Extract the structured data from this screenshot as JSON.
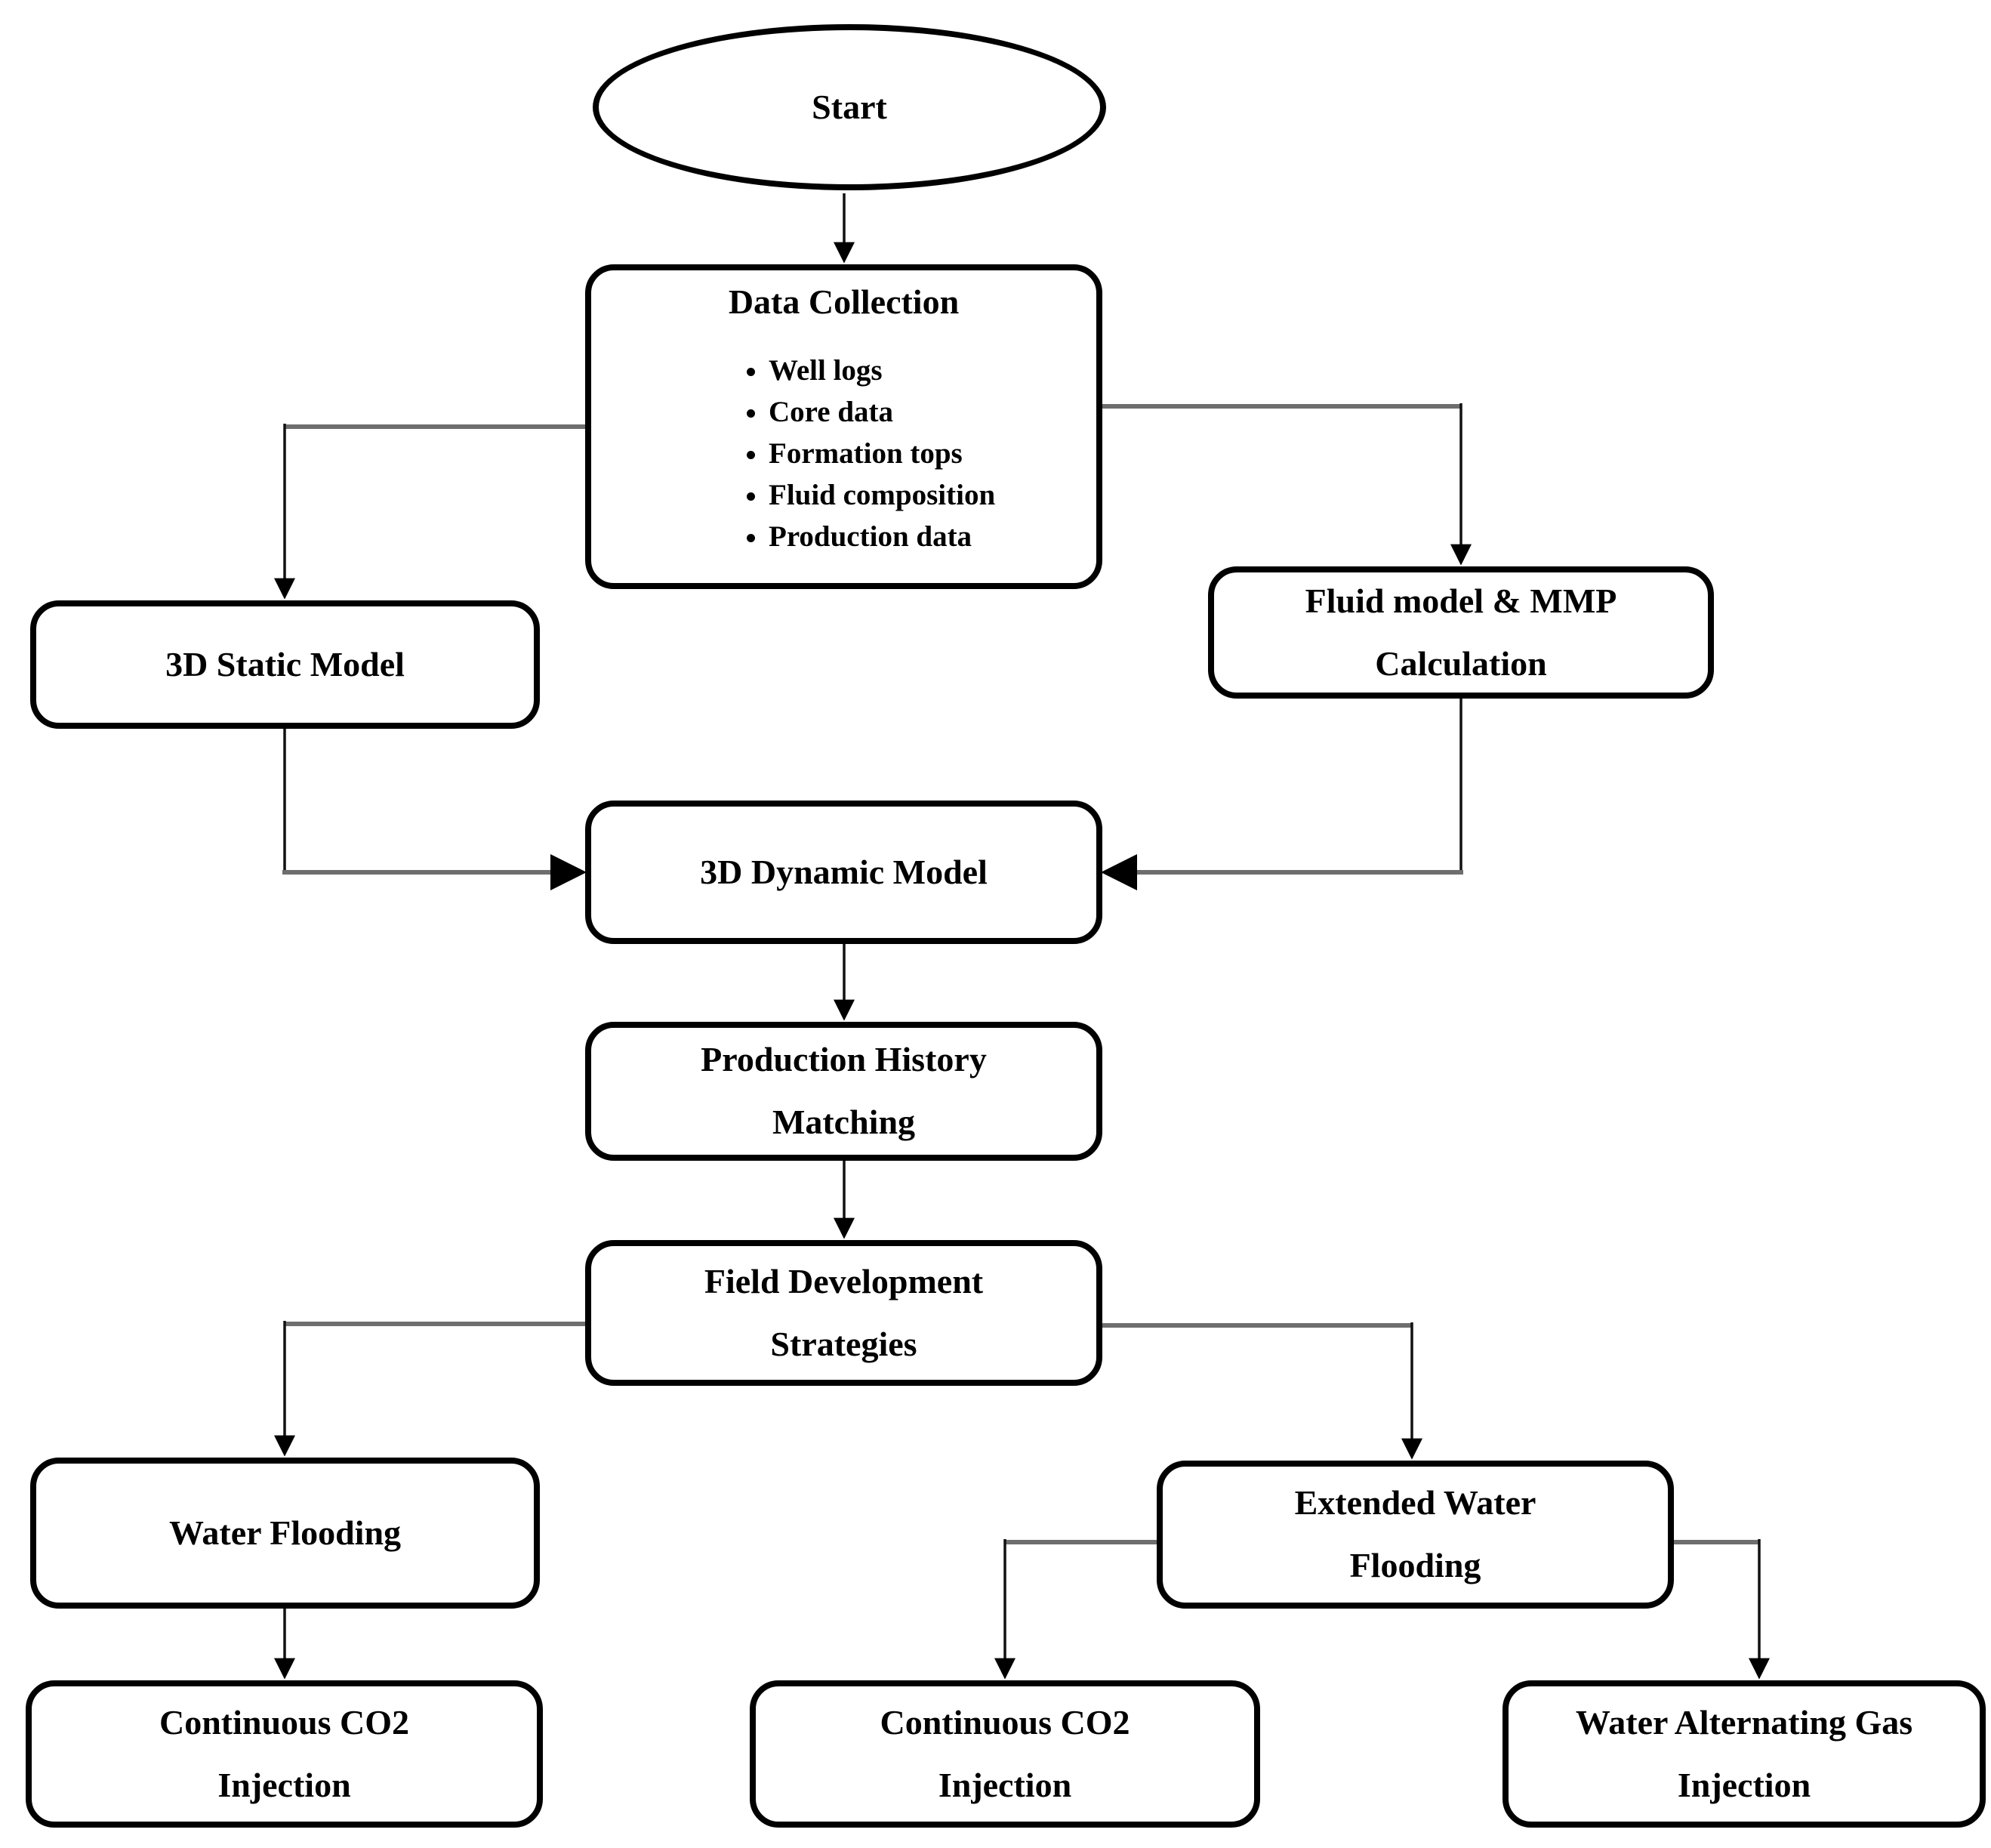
{
  "diagram_type": "flowchart",
  "background": "#ffffff",
  "colors": {
    "node_fill": "#ffffff",
    "node_border": "#000000",
    "text": "#000000",
    "connector_vertical": "#111111",
    "connector_horizontal": "#6e6e6e",
    "arrowhead": "#000000"
  },
  "nodes": {
    "start": {
      "shape": "oval",
      "label": "Start"
    },
    "data_collection": {
      "shape": "rounded-rect",
      "label": "Data Collection",
      "items": [
        "Well logs",
        "Core data",
        "Formation tops",
        "Fluid composition",
        "Production data"
      ]
    },
    "static_model": {
      "shape": "rounded-rect",
      "label": "3D Static Model"
    },
    "fluid_model": {
      "shape": "rounded-rect",
      "label": "Fluid model & MMP Calculation"
    },
    "dynamic_model": {
      "shape": "rounded-rect",
      "label": "3D Dynamic Model"
    },
    "history_matching": {
      "shape": "rounded-rect",
      "label": "Production History Matching"
    },
    "strategies": {
      "shape": "rounded-rect",
      "label": "Field Development Strategies"
    },
    "water_flooding": {
      "shape": "rounded-rect",
      "label": "Water Flooding"
    },
    "extended_water_flooding": {
      "shape": "rounded-rect",
      "label": "Extended Water Flooding"
    },
    "continuous_co2_left": {
      "shape": "rounded-rect",
      "label": "Continuous CO2 Injection"
    },
    "continuous_co2_mid": {
      "shape": "rounded-rect",
      "label": "Continuous CO2 Injection"
    },
    "water_alternating_gas": {
      "shape": "rounded-rect",
      "label": "Water Alternating Gas Injection"
    }
  },
  "edges": [
    {
      "from": "start",
      "to": "data_collection"
    },
    {
      "from": "data_collection",
      "to": "static_model"
    },
    {
      "from": "data_collection",
      "to": "fluid_model"
    },
    {
      "from": "static_model",
      "to": "dynamic_model"
    },
    {
      "from": "fluid_model",
      "to": "dynamic_model"
    },
    {
      "from": "dynamic_model",
      "to": "history_matching"
    },
    {
      "from": "history_matching",
      "to": "strategies"
    },
    {
      "from": "strategies",
      "to": "water_flooding"
    },
    {
      "from": "strategies",
      "to": "extended_water_flooding"
    },
    {
      "from": "water_flooding",
      "to": "continuous_co2_left"
    },
    {
      "from": "extended_water_flooding",
      "to": "continuous_co2_mid"
    },
    {
      "from": "extended_water_flooding",
      "to": "water_alternating_gas"
    }
  ]
}
